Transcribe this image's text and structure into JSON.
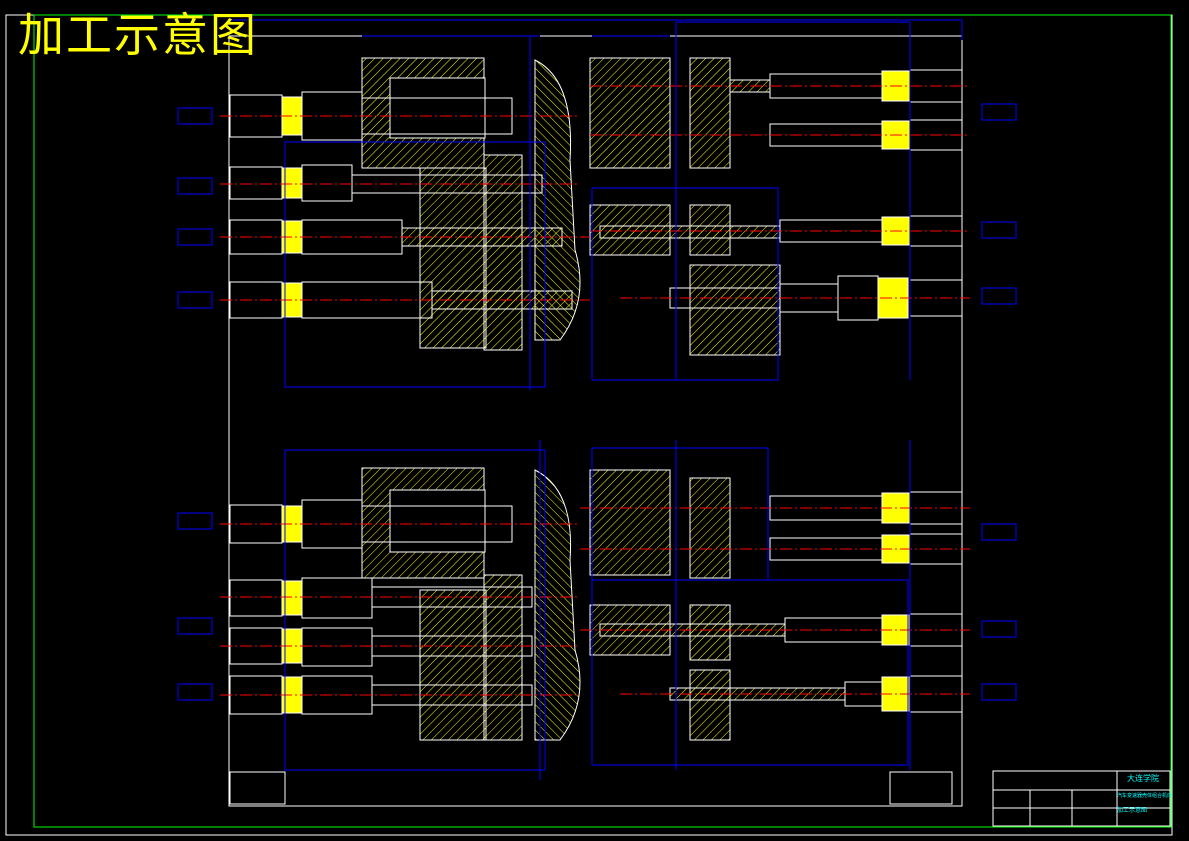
{
  "drawing": {
    "title": "加工示意图",
    "title_block": {
      "organization": "大连学院",
      "drawing_name_line1": "汽车变速器壳体组合机床",
      "drawing_name_line2": "加工示意图"
    }
  },
  "colors": {
    "background": "#000000",
    "frame": "#00ff00",
    "outline": "#ffffff",
    "dimension": "#0000ff",
    "hatch": "#ffff00",
    "centerline": "#ff0000",
    "title": "#ffff00",
    "cyan_text": "#00ffff"
  }
}
